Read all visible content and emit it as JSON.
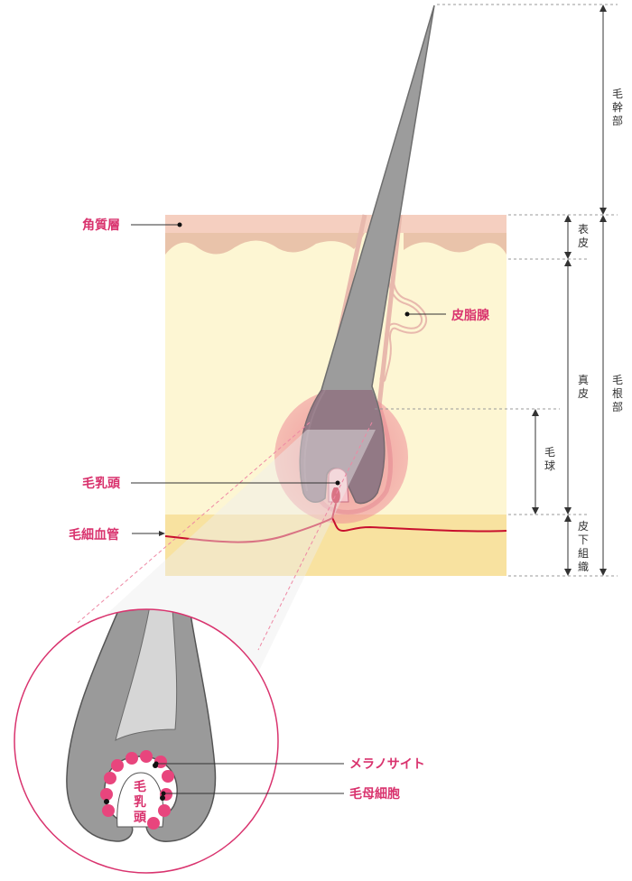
{
  "labels": {
    "stratum_corneum": "角質層",
    "sebaceous_gland": "皮脂腺",
    "dermal_papilla": "毛乳頭",
    "capillary": "毛細血管",
    "melanocyte": "メラノサイト",
    "matrix_cell": "毛母細胞",
    "zoom_papilla": "毛乳頭"
  },
  "right_scale": {
    "hair_shaft": "毛幹部",
    "epidermis": "表皮",
    "dermis": "真皮",
    "hair_bulb": "毛球",
    "subcutaneous": "皮下組織",
    "hair_root": "毛根部"
  },
  "colors": {
    "accent_pink": "#d9336e",
    "epidermis_top": "#f5cfc0",
    "epidermis_wave": "#e9c3aa",
    "dermis": "#fdf6d3",
    "subcutaneous": "#f8e2a0",
    "hair": "#9b9b9b",
    "bulb_glow": "#ec8c97",
    "capillary": "#c8102e"
  }
}
